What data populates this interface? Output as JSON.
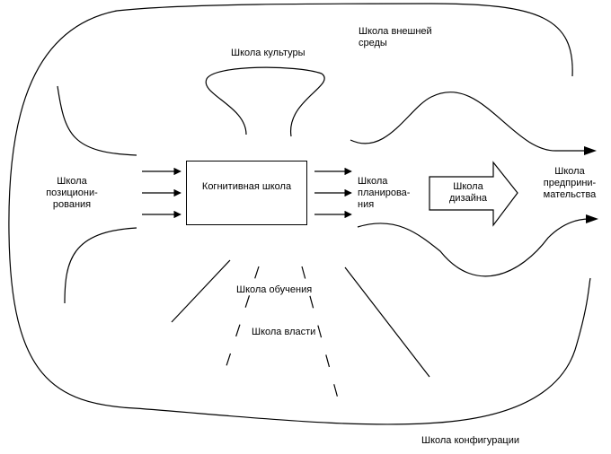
{
  "colors": {
    "line": "#000000",
    "background": "#ffffff"
  },
  "labels": {
    "external_environment": "Школа внешней\nсреды",
    "culture": "Школа культуры",
    "positioning": "Школа\nпозициони-\nрования",
    "cognitive": "Когнитивная школа",
    "planning": "Школа\nпланирова-\nния",
    "design": "Школа\nдизайна",
    "entrepreneurial": "Школа\nпредприни-\nмательства",
    "learning": "Школа обучения",
    "power": "Школа власти",
    "configuration": "Школа конфигурации"
  }
}
